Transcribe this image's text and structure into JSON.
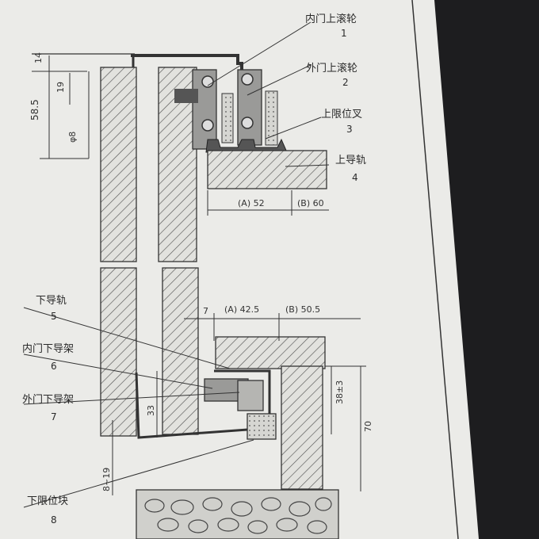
{
  "colors": {
    "paper": "#ebebe8",
    "ink": "#2a2a2a",
    "background": "#1d1d1f",
    "hatch": "#555555"
  },
  "callouts": [
    {
      "label": "内门上滚轮",
      "number": "1"
    },
    {
      "label": "外门上滚轮",
      "number": "2"
    },
    {
      "label": "上限位叉",
      "number": "3"
    },
    {
      "label": "上导轨",
      "number": "4"
    },
    {
      "label": "下导轨",
      "number": "5"
    },
    {
      "label": "内门下导架",
      "number": "6"
    },
    {
      "label": "外门下导架",
      "number": "7"
    },
    {
      "label": "下限位块",
      "number": "8"
    }
  ],
  "dimensions": {
    "top_14": "14",
    "top_19": "19",
    "top_58_5": "58.5",
    "top_phi8": "φ8",
    "top_a52": "(A) 52",
    "top_b60": "(B) 60",
    "mid_7": "7",
    "mid_a42_5": "(A) 42.5",
    "mid_b50_5": "(B) 50.5",
    "bot_33": "33",
    "bot_38": "38±3",
    "bot_70": "70",
    "bot_8_19": "8~19"
  }
}
